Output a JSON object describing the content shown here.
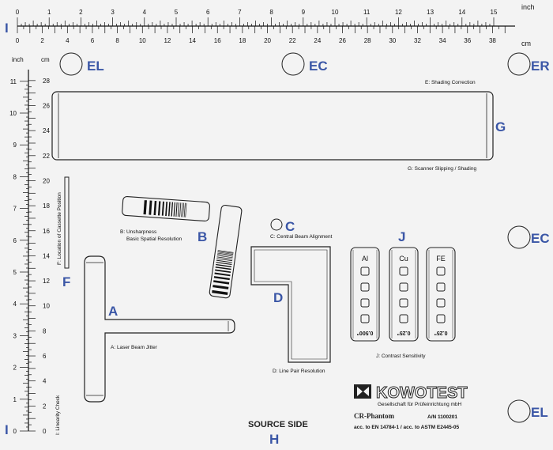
{
  "colors": {
    "marker": "#3a56a6",
    "line": "#222222",
    "plate": "#f3f3f3"
  },
  "ruler_top": {
    "unit_inch": "inch",
    "unit_cm": "cm",
    "inch_ticks": [
      "0",
      "1",
      "2",
      "3",
      "4",
      "5",
      "6",
      "7",
      "8",
      "9",
      "10",
      "11",
      "12",
      "13",
      "14",
      "15"
    ],
    "cm_ticks": [
      "0",
      "2",
      "4",
      "6",
      "8",
      "10",
      "12",
      "14",
      "16",
      "18",
      "20",
      "22",
      "24",
      "26",
      "28",
      "30",
      "32",
      "34",
      "36",
      "38"
    ],
    "marker": "I"
  },
  "ruler_left": {
    "unit_inch": "inch",
    "unit_cm": "cm",
    "inch_ticks": [
      "11",
      "10",
      "9",
      "8",
      "7",
      "6",
      "5",
      "4",
      "3",
      "2",
      "1",
      "0"
    ],
    "cm_ticks": [
      "28",
      "26",
      "24",
      "22",
      "20",
      "18",
      "16",
      "14",
      "12",
      "10",
      "8",
      "6",
      "4",
      "2",
      "0"
    ],
    "marker": "I"
  },
  "markers": {
    "EL_top": "EL",
    "EC_top": "EC",
    "ER_top": "ER",
    "EC_right": "EC",
    "EL_bottom": "EL",
    "G": "G",
    "B": "B",
    "C": "C",
    "J": "J",
    "F": "F",
    "D": "D",
    "A": "A",
    "H": "H"
  },
  "labels": {
    "shading_correction": "E: Shading Correction",
    "scanner_slipping": "G: Scanner Slipping / Shading",
    "unsharpness_line1": "B: Unsharpness",
    "unsharpness_line2": "Basic Spatial Resolution",
    "central_beam": "C: Central Beam Alignment",
    "cassette_position": "F: Location of Cassette Position",
    "laser_beam": "A: Laser Beam Jitter",
    "line_pair": "D: Line Pair Resolution",
    "contrast": "J: Contrast Sensitivity",
    "linearity": "I: Linearity Check",
    "source_side": "SOURCE SIDE"
  },
  "contrast_strips": [
    {
      "element": "Al",
      "thickness": "0.500\""
    },
    {
      "element": "Cu",
      "thickness": "0.25\""
    },
    {
      "element": "FE",
      "thickness": "0.25\""
    }
  ],
  "brand": {
    "name": "KOWOTEST",
    "tagline": "Gesellschaft für Prüfeinrichtung mbH",
    "product": "CR-Phantom",
    "article": "A/N 1100201",
    "standard": "acc. to EN 14784-1 / acc. to ASTM E2445-05"
  }
}
